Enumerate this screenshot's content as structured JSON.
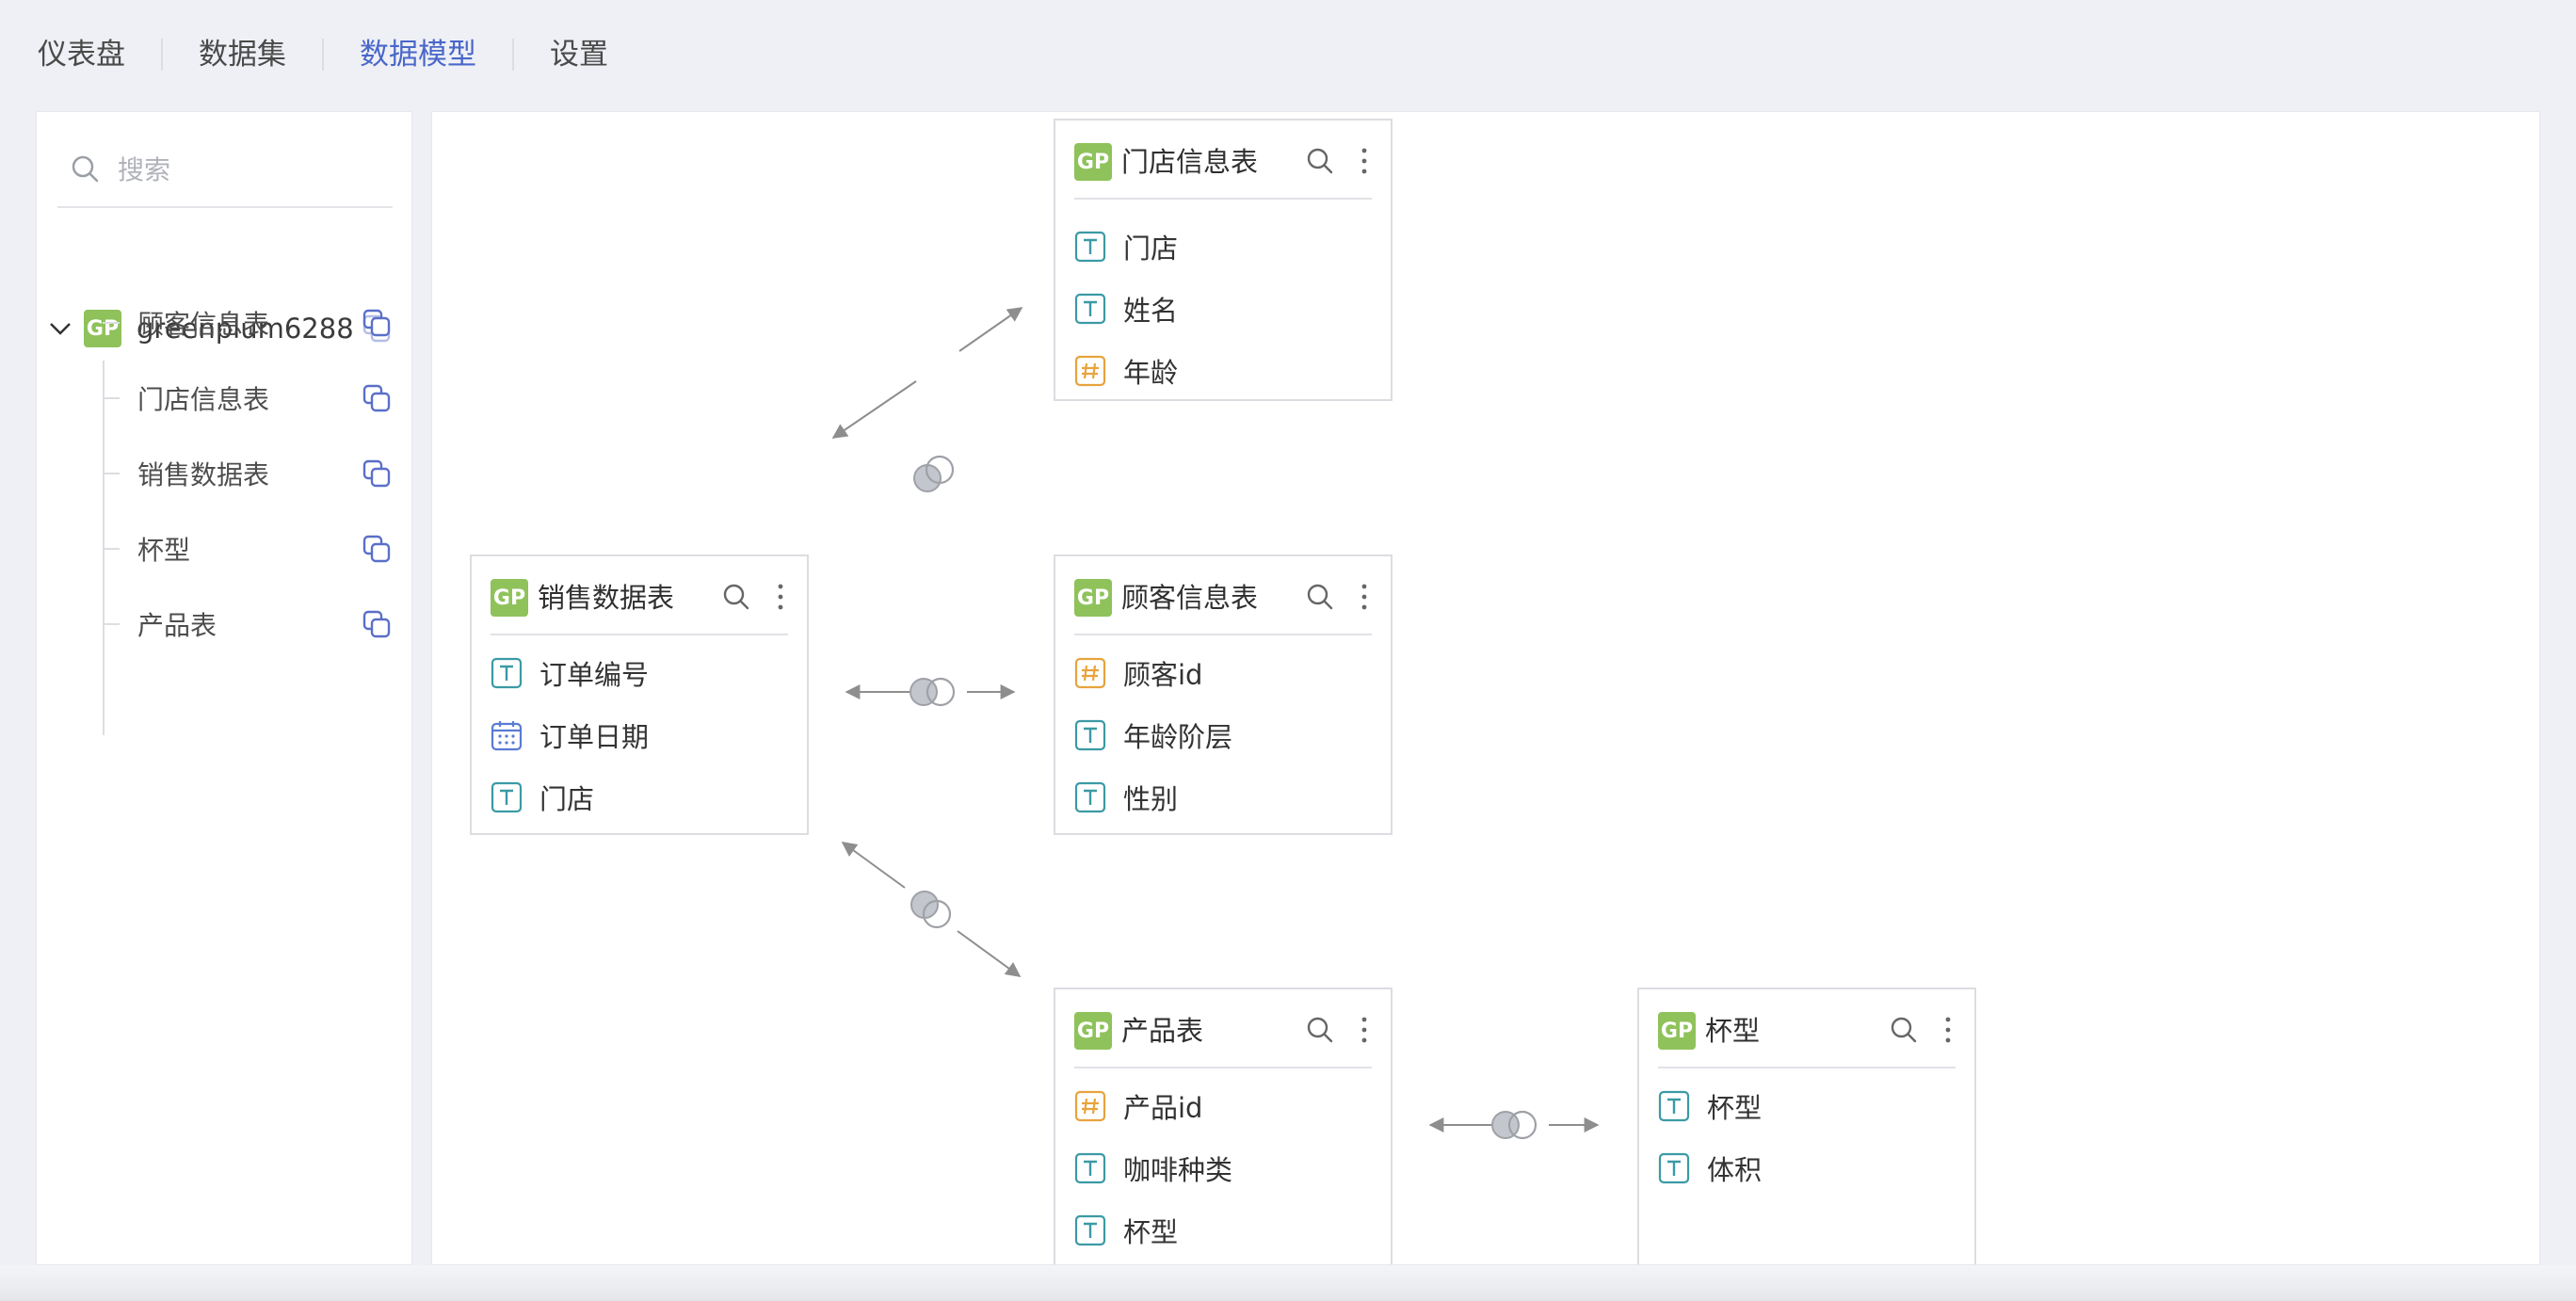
{
  "nav": {
    "tabs": [
      {
        "label": "仪表盘",
        "active": false
      },
      {
        "label": "数据集",
        "active": false
      },
      {
        "label": "数据模型",
        "active": true
      },
      {
        "label": "设置",
        "active": false
      }
    ]
  },
  "sidebar": {
    "search_placeholder": "搜索",
    "root": {
      "badge": "GP",
      "label": "greenplum6288"
    },
    "items": [
      {
        "label": "顾客信息表"
      },
      {
        "label": "门店信息表"
      },
      {
        "label": "销售数据表"
      },
      {
        "label": "杯型"
      },
      {
        "label": "产品表"
      }
    ]
  },
  "tables": {
    "store": {
      "badge": "GP",
      "title": "门店信息表",
      "fields": [
        {
          "type": "text",
          "name": "门店"
        },
        {
          "type": "number",
          "name": "姓名"
        },
        {
          "type": "number",
          "name": "年龄"
        }
      ]
    },
    "sales": {
      "badge": "GP",
      "title": "销售数据表",
      "fields": [
        {
          "type": "text",
          "name": "订单编号"
        },
        {
          "type": "date",
          "name": "订单日期"
        },
        {
          "type": "text",
          "name": "门店"
        }
      ]
    },
    "customer": {
      "badge": "GP",
      "title": "顾客信息表",
      "fields": [
        {
          "type": "number",
          "name": "顾客id"
        },
        {
          "type": "text",
          "name": "年龄阶层"
        },
        {
          "type": "text",
          "name": "性别"
        }
      ]
    },
    "product": {
      "badge": "GP",
      "title": "产品表",
      "fields": [
        {
          "type": "number",
          "name": "产品id"
        },
        {
          "type": "text",
          "name": "咖啡种类"
        },
        {
          "type": "text",
          "name": "杯型"
        }
      ]
    },
    "cup": {
      "badge": "GP",
      "title": "杯型",
      "fields": [
        {
          "type": "text",
          "name": "杯型"
        },
        {
          "type": "text",
          "name": "体积"
        }
      ]
    }
  },
  "colors": {
    "accent": "#4a67c9",
    "gp_badge": "#8fc25b",
    "text_field_icon": "#3b9aa5",
    "number_field_icon": "#e8a33d",
    "date_field_icon": "#5b7bd4",
    "link": "#8e8e8e"
  }
}
